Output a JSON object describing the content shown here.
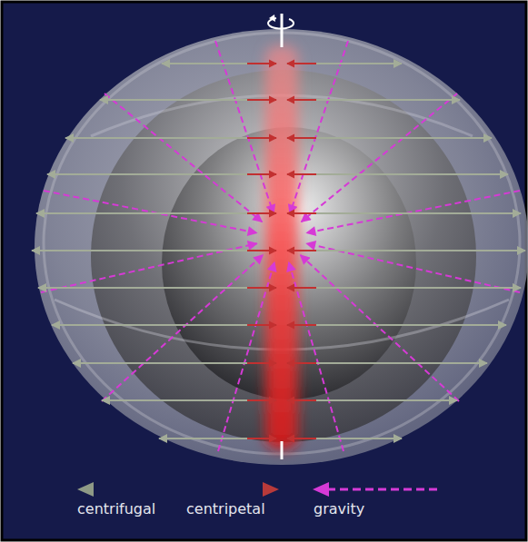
{
  "diagram": {
    "legend": [
      {
        "text": "centrifugal"
      },
      {
        "text": "centripetal"
      },
      {
        "text": "gravity"
      }
    ]
  }
}
